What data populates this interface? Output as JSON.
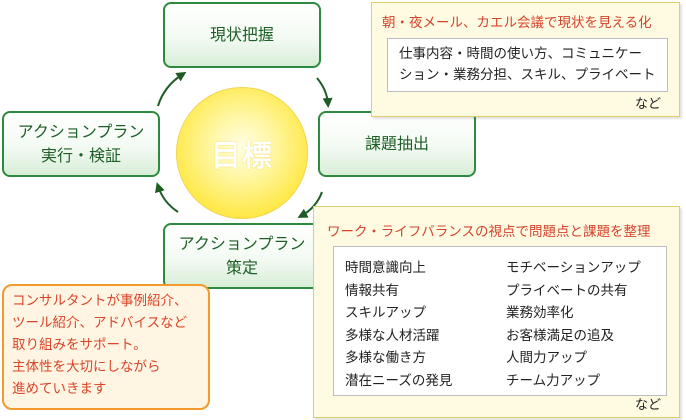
{
  "goal": {
    "label": "目標"
  },
  "steps": [
    {
      "lines": [
        "現状把握"
      ]
    },
    {
      "lines": [
        "課題抽出"
      ]
    },
    {
      "lines": [
        "アクションプラン",
        "策定"
      ]
    },
    {
      "lines": [
        "アクションプラン",
        "実行・検証"
      ]
    }
  ],
  "note_current": {
    "title": "朝・夜メール、カエル会議で現状を見える化",
    "items": [
      "仕事内容・時間の使い方、コミュニケー",
      "ション・業務分担、スキル、プライベート"
    ],
    "suffix": "など"
  },
  "note_issues": {
    "title": "ワーク・ライフバランスの視点で問題点と課題を整理",
    "left_items": [
      "時間意識向上",
      "情報共有",
      "スキルアップ",
      "多様な人材活躍",
      "多様な働き方",
      "潜在ニーズの発見"
    ],
    "right_items": [
      "モチベーションアップ",
      "プライベートの共有",
      "業務効率化",
      "お客様満足の追及",
      "人間力アップ",
      "チーム力アップ"
    ],
    "suffix": "など"
  },
  "consultant": {
    "lines": [
      "コンサルタントが事例紹介、",
      "ツール紹介、アドバイスなど",
      "取り組みをサポート。",
      "主体性を大切にしながら",
      "進めていきます"
    ]
  },
  "colors": {
    "green_border": "#2e8a3e",
    "green_text": "#1f5f27",
    "note_title": "#d4432c",
    "consult_text": "#d9452a",
    "consult_border": "#f29a2e",
    "arrow": "#1e5c26"
  }
}
